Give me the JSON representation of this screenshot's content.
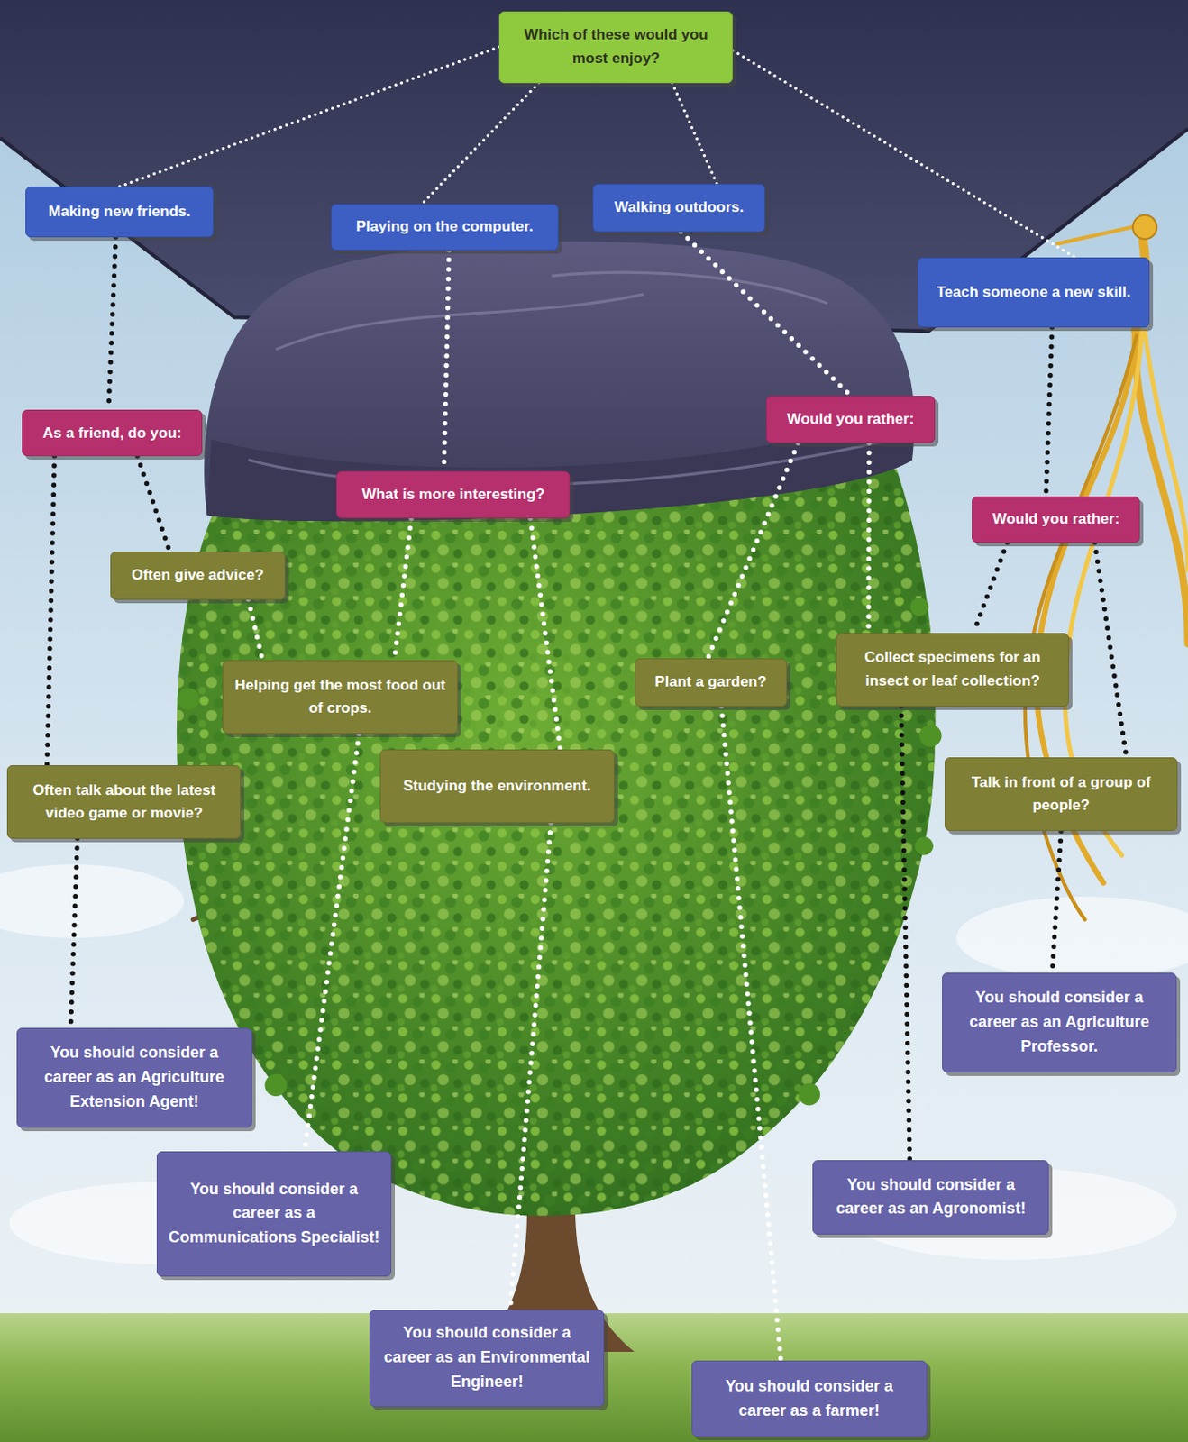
{
  "diagram": {
    "nodes": [
      {
        "text": [
          "Which of these would you most enjoy?"
        ]
      },
      {
        "text": [
          "Making new friends."
        ]
      },
      {
        "text": [
          "Playing on the computer."
        ]
      },
      {
        "text": [
          "Walking outdoors."
        ]
      },
      {
        "text": [
          "Teach someone a new skill."
        ]
      },
      {
        "text": [
          "As a friend, do you:"
        ]
      },
      {
        "text": [
          "Would you rather:"
        ]
      },
      {
        "text": [
          "What is more interesting?"
        ]
      },
      {
        "text": [
          "Would you rather:"
        ]
      },
      {
        "text": [
          "Often give advice?"
        ]
      },
      {
        "text": [
          "Helping get the most food out of crops."
        ]
      },
      {
        "text": [
          "Plant a garden?"
        ]
      },
      {
        "text": [
          "Collect specimens for an insect or leaf collection?"
        ]
      },
      {
        "text": [
          "Often talk about the latest video game or movie?"
        ]
      },
      {
        "text": [
          "Studying the environment."
        ]
      },
      {
        "text": [
          "Talk in front of a group of people?"
        ]
      },
      {
        "text": [
          "You should consider a career as an Agriculture Extension Agent!"
        ]
      },
      {
        "text": [
          "You should consider a career as an Agriculture Professor."
        ]
      },
      {
        "text": [
          "You should consider a career as a Communications Specialist!"
        ]
      },
      {
        "text": [
          "You should consider a career as an Agronomist!"
        ]
      },
      {
        "text": [
          "You should consider a career as an Environmental Engineer!"
        ]
      },
      {
        "text": [
          "You should consider a career as a farmer!"
        ]
      }
    ],
    "edges": [
      {
        "from": 0,
        "to": 1,
        "arrow": "none"
      },
      {
        "from": 0,
        "to": 2,
        "arrow": "none"
      },
      {
        "from": 0,
        "to": 3,
        "arrow": "none"
      },
      {
        "from": 0,
        "to": 4,
        "arrow": "none"
      },
      {
        "from": 1,
        "to": 5,
        "arrow": "none"
      },
      {
        "from": 2,
        "to": 7,
        "arrow": "none"
      },
      {
        "from": 3,
        "to": 6,
        "arrow": "none"
      },
      {
        "from": 4,
        "to": 8,
        "arrow": "none"
      },
      {
        "from": 5,
        "to": 9,
        "arrow": "none"
      },
      {
        "from": 5,
        "to": 13,
        "arrow": "none"
      },
      {
        "from": 7,
        "to": 10,
        "arrow": "none"
      },
      {
        "from": 7,
        "to": 14,
        "arrow": "none"
      },
      {
        "from": 6,
        "to": 11,
        "arrow": "none"
      },
      {
        "from": 6,
        "to": 12,
        "arrow": "none"
      },
      {
        "from": 8,
        "to": 12,
        "arrow": "none"
      },
      {
        "from": 8,
        "to": 15,
        "arrow": "none"
      },
      {
        "from": 9,
        "to": 10,
        "arrow": "none"
      },
      {
        "from": 10,
        "to": 18,
        "arrow": "none"
      },
      {
        "from": 13,
        "to": 16,
        "arrow": "none"
      },
      {
        "from": 14,
        "to": 20,
        "arrow": "none"
      },
      {
        "from": 11,
        "to": 21,
        "arrow": "none"
      },
      {
        "from": 12,
        "to": 19,
        "arrow": "none"
      },
      {
        "from": 15,
        "to": 17,
        "arrow": "none"
      }
    ]
  }
}
